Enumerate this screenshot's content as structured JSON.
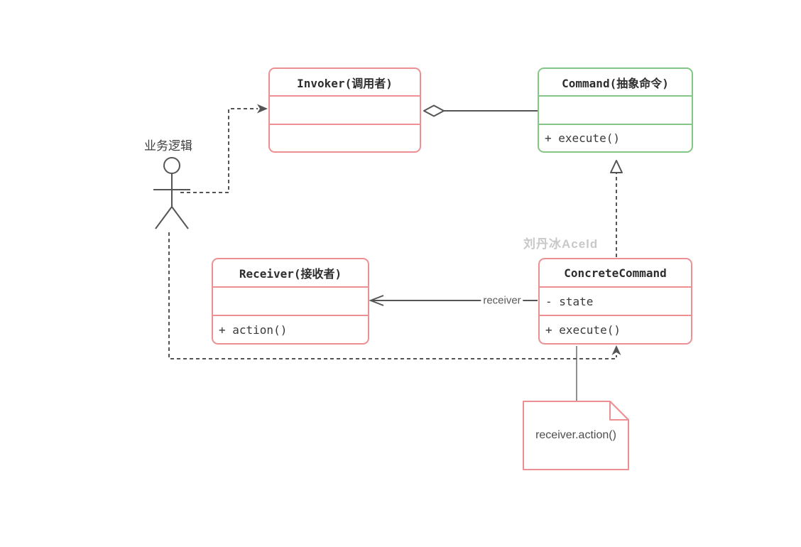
{
  "diagram": {
    "title_hint": "Command design pattern UML class diagram",
    "watermark": "刘丹冰Aceld"
  },
  "colors": {
    "pink": "#ec9093",
    "green": "#82c785",
    "line": "#555555",
    "text": "#2d2d2d",
    "member-text": "#3a3a3a",
    "watermark": "#c8c8c8",
    "note-text": "#4d4d4d",
    "label-text": "#595959"
  },
  "classes": [
    {
      "id": "invoker",
      "title": "Invoker(调用者)",
      "attributes": "",
      "methods": "",
      "accent": "pink"
    },
    {
      "id": "command",
      "title": "Command(抽象命令)",
      "attributes": "",
      "methods": "+ execute()",
      "accent": "green"
    },
    {
      "id": "receiver",
      "title": "Receiver(接收者)",
      "attributes": "",
      "methods": "+ action()",
      "accent": "pink"
    },
    {
      "id": "concrete-command",
      "title": "ConcreteCommand",
      "attributes": "- state",
      "methods": "+ execute()",
      "accent": "pink"
    }
  ],
  "actor": {
    "label": "业务逻辑"
  },
  "note": {
    "text": "receiver.action()"
  },
  "edges": {
    "association_label": "receiver",
    "relationships": [
      {
        "from": "业务逻辑",
        "to": "Invoker(调用者)",
        "type": "dashed-dependency"
      },
      {
        "from": "Invoker(调用者)",
        "to": "Command(抽象命令)",
        "type": "aggregation"
      },
      {
        "from": "ConcreteCommand",
        "to": "Command(抽象命令)",
        "type": "realization"
      },
      {
        "from": "ConcreteCommand",
        "to": "Receiver(接收者)",
        "type": "association",
        "label": "receiver"
      },
      {
        "from": "业务逻辑",
        "to": "ConcreteCommand",
        "type": "dashed-dependency"
      },
      {
        "from": "ConcreteCommand",
        "to": "receiver.action()",
        "type": "note-link"
      }
    ]
  }
}
